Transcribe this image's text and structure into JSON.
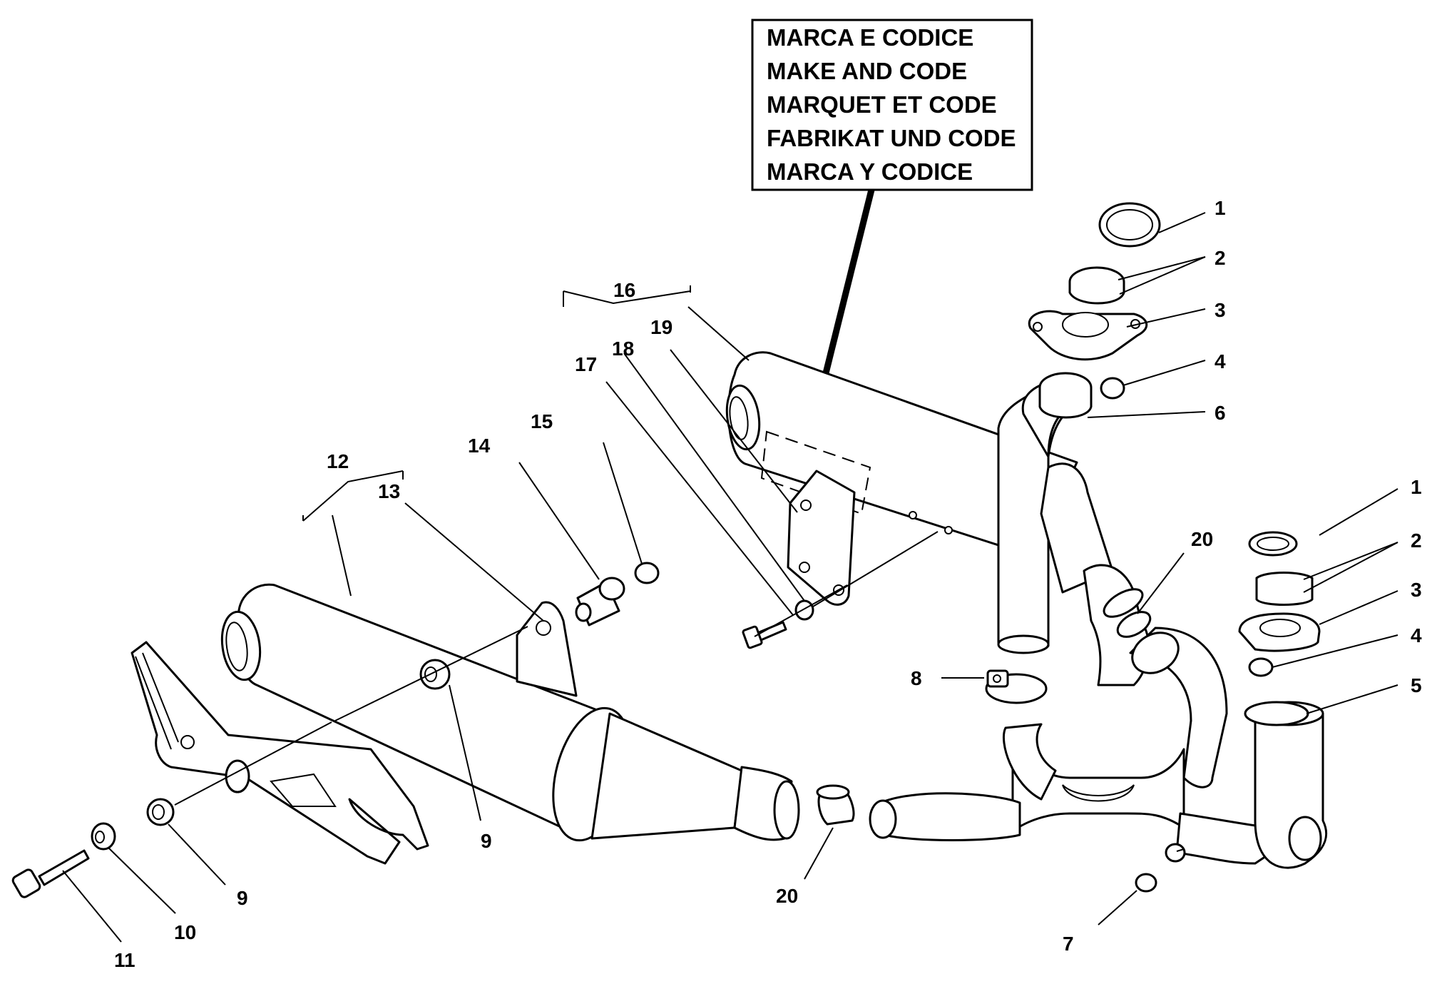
{
  "make_code_box": {
    "lines": [
      "MARCA E CODICE",
      "MAKE AND CODE",
      "MARQUET ET CODE",
      "FABRIKAT UND CODE",
      "MARCA Y CODICE"
    ]
  },
  "callouts": {
    "c1_top": "1",
    "c2_top": "2",
    "c3_top": "3",
    "c4_top": "4",
    "c6": "6",
    "c1_right": "1",
    "c2_right": "2",
    "c3_right": "3",
    "c4_right": "4",
    "c5": "5",
    "c20_right": "20",
    "c20_bottom": "20",
    "c16": "16",
    "c17": "17",
    "c18": "18",
    "c19": "19",
    "c15": "15",
    "c14": "14",
    "c12": "12",
    "c13": "13",
    "c9_middle": "9",
    "c9_left": "9",
    "c10": "10",
    "c11": "11",
    "c8": "8",
    "c7": "7"
  }
}
